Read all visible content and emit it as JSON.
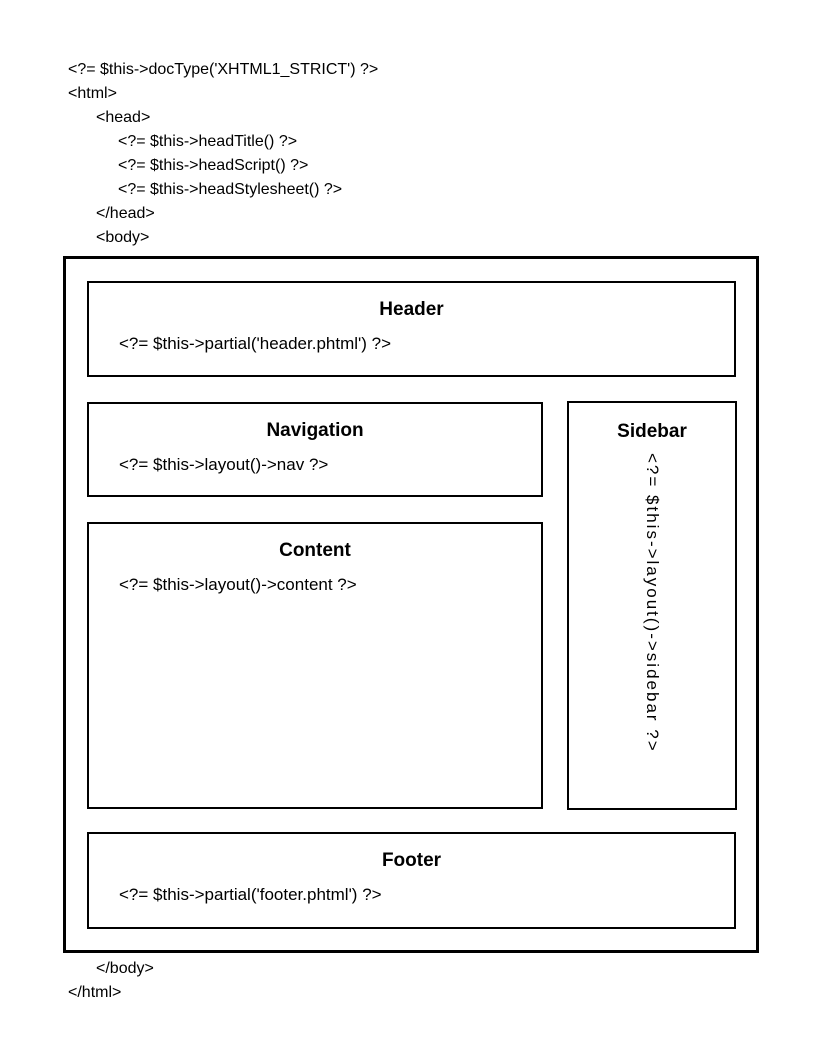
{
  "colors": {
    "background": "#ffffff",
    "border": "#000000",
    "text": "#000000"
  },
  "code_top": {
    "lines": [
      {
        "text": "<?= $this->docType('XHTML1_STRICT') ?>"
      },
      {
        "text": "<html>"
      },
      {
        "text": "<head>"
      },
      {
        "text": "<?= $this->headTitle() ?>"
      },
      {
        "text": "<?= $this->headScript() ?>"
      },
      {
        "text": "<?= $this->headStylesheet() ?>"
      },
      {
        "text": "</head>"
      },
      {
        "text": "<body>"
      }
    ]
  },
  "diagram": {
    "header": {
      "title": "Header",
      "code": "<?= $this->partial('header.phtml') ?>"
    },
    "navigation": {
      "title": "Navigation",
      "code": "<?= $this->layout()->nav ?>"
    },
    "content": {
      "title": "Content",
      "code": "<?= $this->layout()->content ?>"
    },
    "sidebar": {
      "title": "Sidebar",
      "code": "<?= $this->layout()->sidebar ?>"
    },
    "footer": {
      "title": "Footer",
      "code": "<?= $this->partial('footer.phtml') ?>"
    }
  },
  "code_bottom": {
    "lines": [
      {
        "text": "</body>"
      },
      {
        "text": "</html>"
      }
    ]
  }
}
